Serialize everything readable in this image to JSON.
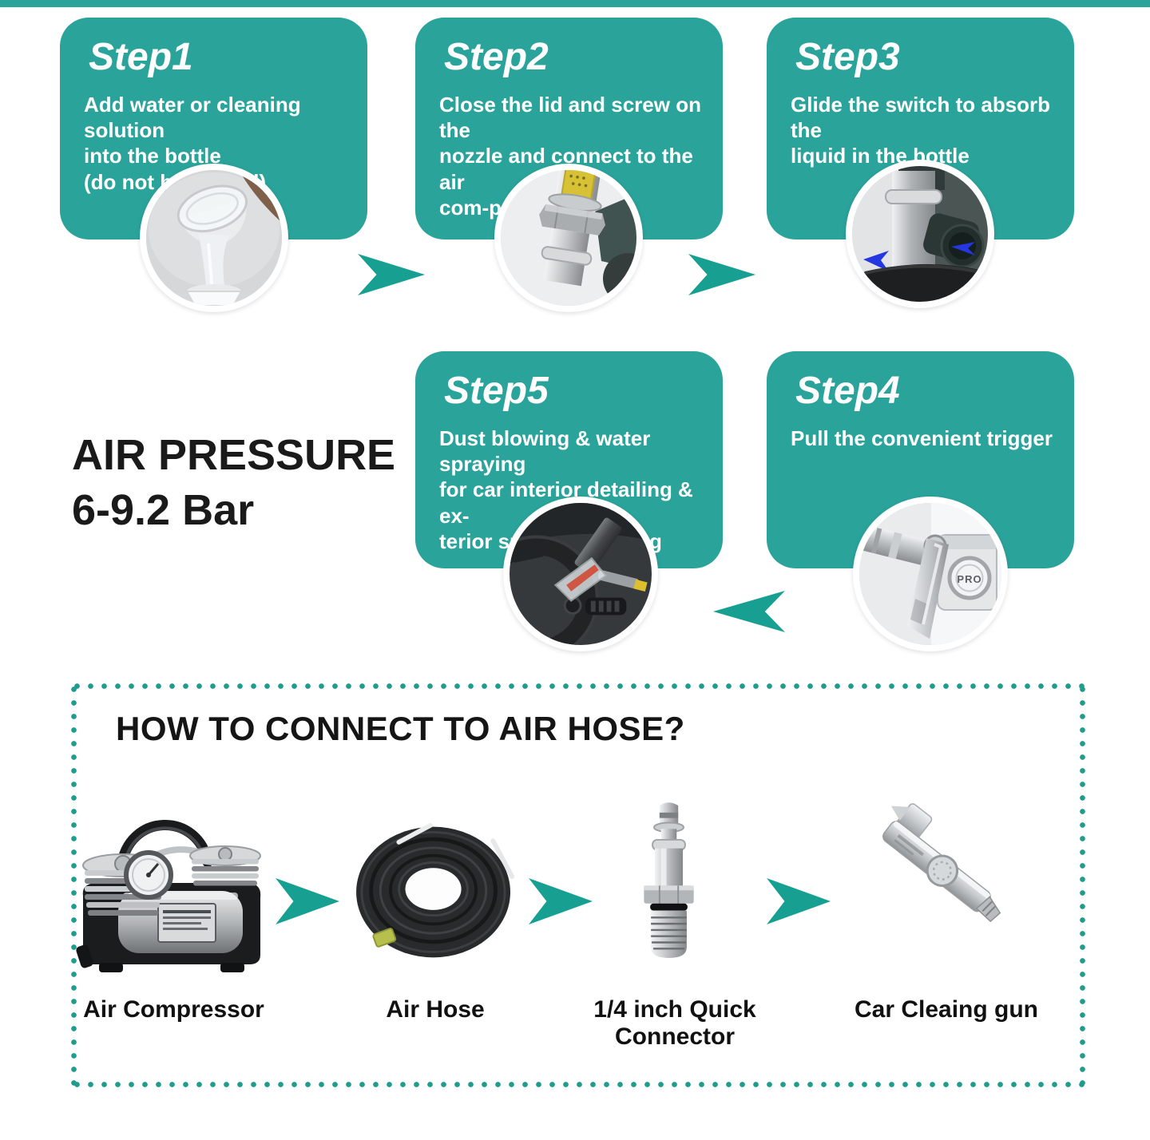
{
  "colors": {
    "card_teal": "#2aa39b",
    "arrow_teal": "#17a091",
    "dot_border": "#1f9c8b",
    "card_text": "#ffffff",
    "heading_text": "#1a1a1a",
    "blue_arrow": "#2437e0"
  },
  "icons": {
    "step_flow_arrow_right": "chevron-right",
    "step_flow_arrow_left": "chevron-left",
    "connect_flow_arrow": "chevron-right"
  },
  "steps": [
    {
      "title": "Step1",
      "description": "Add water or cleaning solution\ninto the bottle\n(do not be too full)",
      "photo": "pouring-water-into-bottle"
    },
    {
      "title": "Step2",
      "description": "Close the lid and screw on the\nnozzle and connect to the air\ncom-pressor",
      "photo": "nozzle-screwed-connection"
    },
    {
      "title": "Step3",
      "description": "Glide the switch to absorb the\nliquid in the bottle",
      "photo": "switch-knob-with-blue-arrows"
    },
    {
      "title": "Step5",
      "description": "Dust blowing & water spraying\nfor car interior detailing & ex-\nterior surface cleaning",
      "photo": "spray-gun-in-car-interior"
    },
    {
      "title": "Step4",
      "description": "Pull the convenient trigger",
      "photo": "trigger-with-pro-button",
      "badge": "PRO"
    }
  ],
  "air_pressure": {
    "line1": "AIR PRESSURE",
    "line2": "6-9.2 Bar"
  },
  "connect_section": {
    "title": "HOW TO CONNECT TO AIR HOSE?",
    "items": [
      {
        "label": "Air Compressor",
        "photo": "air-compressor"
      },
      {
        "label": "Air Hose",
        "photo": "air-hose-coil"
      },
      {
        "label": "1/4 inch Quick Connector",
        "photo": "quick-connector"
      },
      {
        "label": "Car Cleaing gun",
        "photo": "car-cleaning-gun"
      }
    ]
  }
}
